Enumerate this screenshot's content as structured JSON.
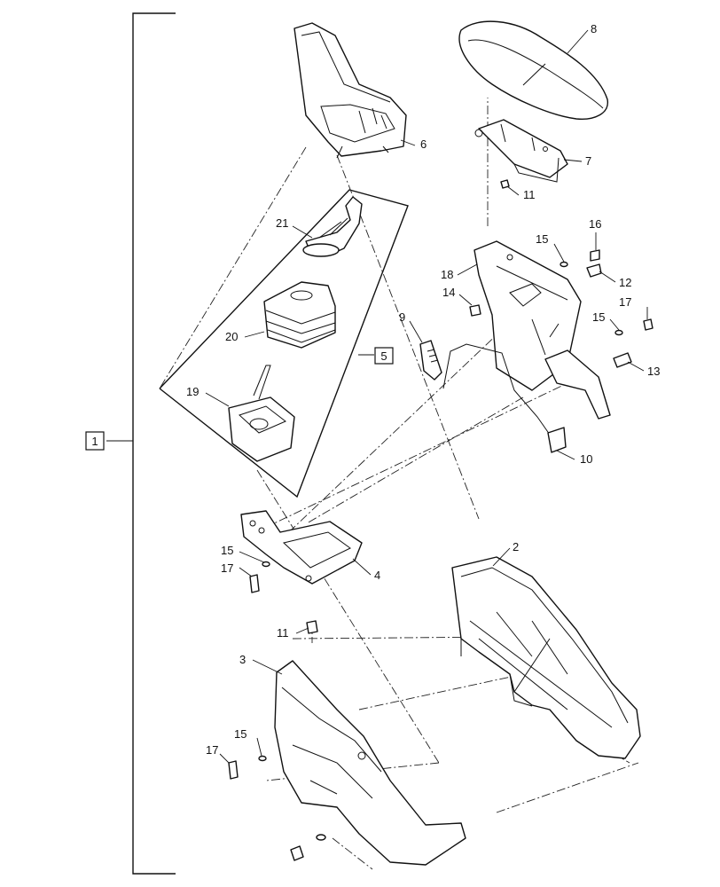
{
  "diagram": {
    "callouts": {
      "c1": "1",
      "c2": "2",
      "c3": "3",
      "c4": "4",
      "c5": "5",
      "c6": "6",
      "c7": "7",
      "c8": "8",
      "c9": "9",
      "c10": "10",
      "c11a": "11",
      "c11b": "11",
      "c12": "12",
      "c13": "13",
      "c14": "14",
      "c15a": "15",
      "c15b": "15",
      "c15c": "15",
      "c15d": "15",
      "c16": "16",
      "c17a": "17",
      "c17b": "17",
      "c17c": "17",
      "c18": "18",
      "c19": "19",
      "c20": "20",
      "c21": "21"
    },
    "boxed_callouts": [
      "1",
      "5"
    ],
    "colors": {
      "line": "#111111",
      "background": "#ffffff"
    }
  }
}
